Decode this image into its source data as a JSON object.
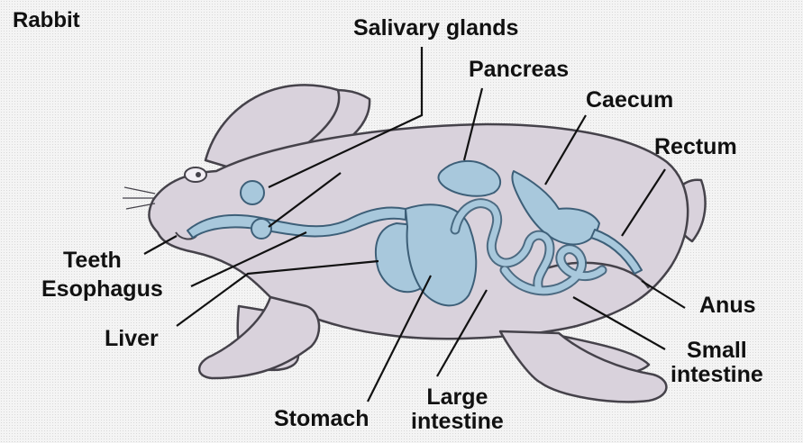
{
  "title": "Rabbit",
  "labels": {
    "salivary_glands": "Salivary glands",
    "pancreas": "Pancreas",
    "caecum": "Caecum",
    "rectum": "Rectum",
    "teeth": "Teeth",
    "esophagus": "Esophagus",
    "liver": "Liver",
    "anus": "Anus",
    "small_intestine": [
      "Small",
      "intestine"
    ],
    "stomach": "Stomach",
    "large_intestine": [
      "Large",
      "intestine"
    ]
  },
  "colors": {
    "body": "#d9d2dc",
    "outline": "#45424a",
    "organ": "#a8c8dc",
    "organ_outline": "#3d5f78",
    "text": "#111111",
    "background": "#f4f4f4"
  }
}
